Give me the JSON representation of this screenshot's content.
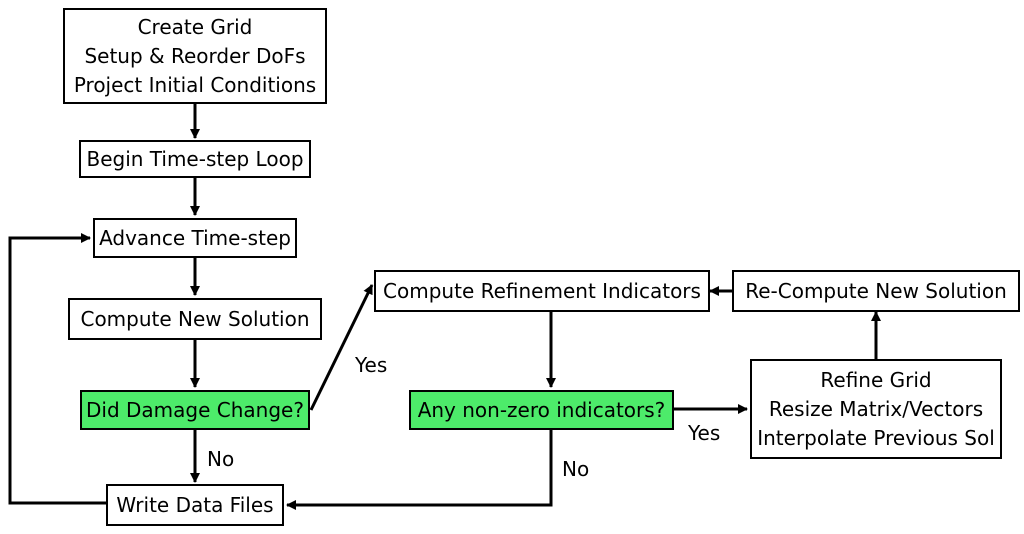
{
  "colors": {
    "decision_fill": "#4deb6a",
    "box_fill": "#ffffff",
    "stroke": "#000000"
  },
  "nodes": {
    "create_grid": {
      "lines": [
        "Create Grid",
        "Setup & Reorder DoFs",
        "Project Initial Conditions"
      ]
    },
    "begin_loop": {
      "lines": [
        "Begin Time-step Loop"
      ]
    },
    "advance_step": {
      "lines": [
        "Advance Time-step"
      ]
    },
    "compute_solution": {
      "lines": [
        "Compute New Solution"
      ]
    },
    "damage_change": {
      "lines": [
        "Did Damage Change?"
      ]
    },
    "write_files": {
      "lines": [
        "Write Data Files"
      ]
    },
    "refinement_indicators": {
      "lines": [
        "Compute Refinement Indicators"
      ]
    },
    "nonzero_indicators": {
      "lines": [
        "Any non-zero indicators?"
      ]
    },
    "refine_grid": {
      "lines": [
        "Refine Grid",
        "Resize Matrix/Vectors",
        "Interpolate Previous Sol"
      ]
    },
    "recompute_solution": {
      "lines": [
        "Re-Compute New Solution"
      ]
    }
  },
  "edge_labels": {
    "damage_yes": "Yes",
    "damage_no": "No",
    "indicators_yes": "Yes",
    "indicators_no": "No"
  }
}
